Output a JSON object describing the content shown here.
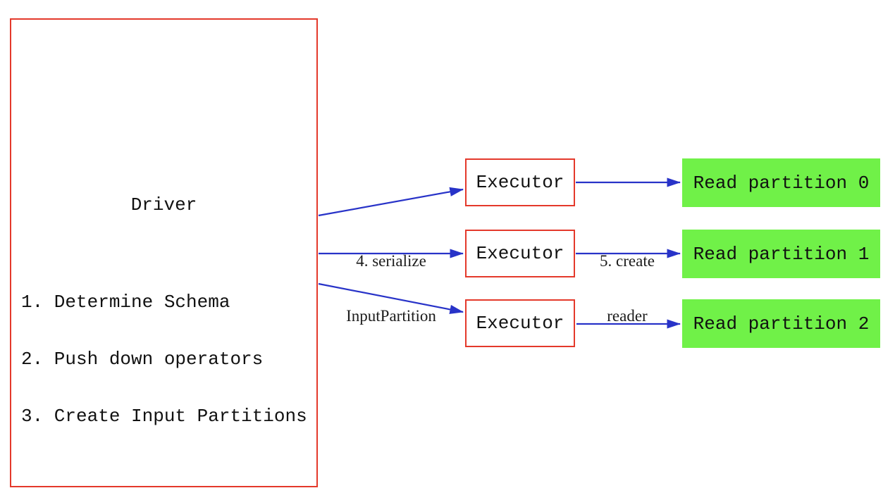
{
  "diagram": {
    "driver": {
      "title": "Driver",
      "steps": [
        "1. Determine Schema",
        "2. Push down operators",
        "3. Create Input Partitions"
      ]
    },
    "executors": [
      {
        "label": "Executor"
      },
      {
        "label": "Executor"
      },
      {
        "label": "Executor"
      }
    ],
    "partitions": [
      {
        "label": "Read partition 0"
      },
      {
        "label": "Read partition 1"
      },
      {
        "label": "Read partition 2"
      }
    ],
    "arrow_labels": {
      "serialize": {
        "line1": "4. serialize",
        "line2": "InputPartition"
      },
      "create_reader": {
        "line1": "5. create",
        "line2": "reader"
      }
    },
    "colors": {
      "box_border_red": "#e4392b",
      "arrow_blue": "#2833c8",
      "partition_green": "#70f148",
      "text_black": "#111111",
      "background": "#ffffff"
    }
  }
}
